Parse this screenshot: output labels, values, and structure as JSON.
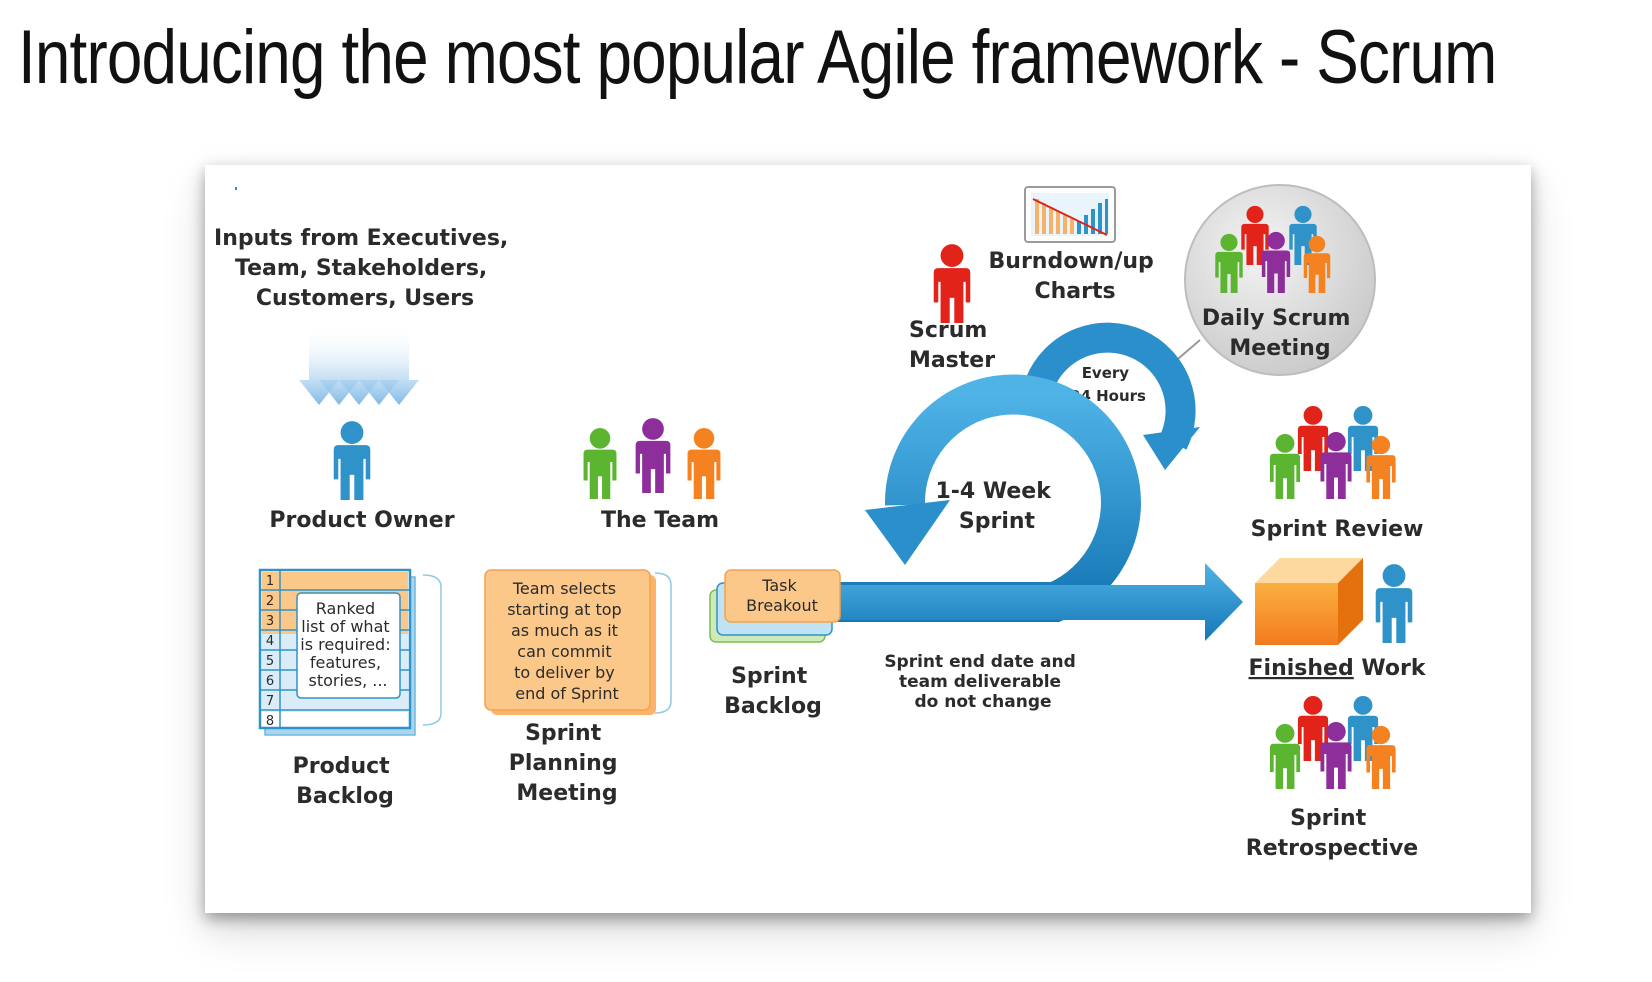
{
  "title": "Introducing the most popular Agile framework - Scrum",
  "diagram": {
    "inputs": [
      "Inputs from Executives,",
      "Team, Stakeholders,",
      "Customers, Users"
    ],
    "product_owner": "Product Owner",
    "the_team": "The Team",
    "scrum_master": [
      "Scrum",
      "Master"
    ],
    "burndown": [
      "Burndown/up",
      "Charts"
    ],
    "daily_scrum": [
      "Daily Scrum",
      "Meeting"
    ],
    "every_24": [
      "Every",
      "24 Hours"
    ],
    "sprint_cycle": [
      "1-4 Week",
      "Sprint"
    ],
    "sprint_review": "Sprint Review",
    "finished_work": {
      "underlined": "Finished",
      "rest": " Work"
    },
    "sprint_retro": [
      "Sprint",
      "Retrospective"
    ],
    "backlog_numbers": [
      "1",
      "2",
      "3",
      "4",
      "5",
      "6",
      "7",
      "8"
    ],
    "backlog_note": [
      "Ranked",
      "list of what",
      "is required:",
      "features,",
      "stories, ..."
    ],
    "product_backlog": [
      "Product",
      "Backlog"
    ],
    "planning_note": [
      "Team selects",
      "starting at top",
      "as much as it",
      "can commit",
      "to deliver by",
      "end of Sprint"
    ],
    "sprint_planning": [
      "Sprint",
      "Planning",
      "Meeting"
    ],
    "task_breakout": [
      "Task",
      "Breakout"
    ],
    "sprint_backlog": [
      "Sprint",
      "Backlog"
    ],
    "sprint_end": [
      "Sprint end date and",
      "team deliverable",
      "do not change"
    ]
  },
  "colors": {
    "arrow_blue": "#2a8fca",
    "person_blue": "#2f93c9",
    "person_red": "#e2231a",
    "person_green": "#5cb531",
    "person_purple": "#8e2e9b",
    "person_orange": "#f58220",
    "note_orange": "#fbc88a",
    "backlog_blue": "#a9d7f1"
  }
}
